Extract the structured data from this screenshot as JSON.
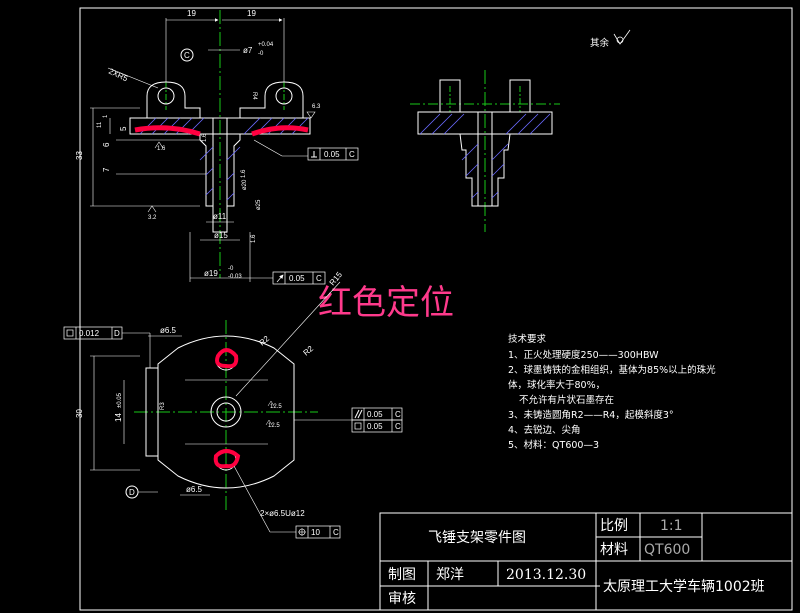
{
  "annotation_red": "红色定位",
  "surface_mark": "其余",
  "tech_requirements": {
    "title": "技术要求",
    "items": [
      "1、正火处理硬度250——300HBW",
      "2、球墨铸铁的金相组织，基体为85%以上的珠光",
      "体，球化率大于80%，",
      "不允许有片状石墨存在",
      "3、未铸造圆角R2——R4，起模斜度3°",
      "4、去锐边、尖角",
      "5、材料：QT600—3"
    ]
  },
  "title_block": {
    "part_name": "飞锤支架零件图",
    "scale_label": "比例",
    "scale_value": "1:1",
    "material_label": "材料",
    "material_value": "QT600",
    "drawn_label": "制图",
    "drawn_by": "郑洋",
    "date": "2013.12.30",
    "org": "太原理工大学车辆1002班",
    "check_label": "审核"
  },
  "dims_front": {
    "w_left": "19",
    "w_right": "19",
    "radius": "2XR5",
    "bore": "ø7",
    "bore_tol_upper": "+0.04",
    "bore_tol_lower": "-0",
    "r4": "R4",
    "r63": "6.3",
    "h_total": "33",
    "h_plate": "5",
    "h7": "7",
    "h6": "6",
    "h11": "11",
    "h1": "1",
    "d11": "ø11",
    "d15": "ø15",
    "d19": "ø19",
    "d19_tol_upper": "-0",
    "d19_tol_lower": "-0.03",
    "d25": "ø25",
    "d20": "ø20",
    "r16_a": "1.6",
    "r16_b": "1.6",
    "r16_c": "1.6",
    "r32": "3.2",
    "r16_d": "1.6",
    "perp": "0.05",
    "perp_ref": "C",
    "runout": "0.05",
    "runout_ref": "C",
    "datum_c": "C"
  },
  "dims_plan": {
    "flat_tol": "0.012",
    "flat_ref": "D",
    "d65_top": "ø6.5",
    "d65_bot": "ø6.5",
    "r15": "R15",
    "r2_a": "R2",
    "r2_b": "R2",
    "h30": "30",
    "h14": "14",
    "h_tol": "±0.05",
    "r3": "R3",
    "v125_a": "12.5",
    "v125_b": "12.5",
    "par": "0.05",
    "par_ref": "C",
    "flat2": "0.05",
    "flat2_ref": "C",
    "datum_d": "D",
    "holes": "2×ø6.5Uø12",
    "pos": "10",
    "pos_ref": "C"
  }
}
